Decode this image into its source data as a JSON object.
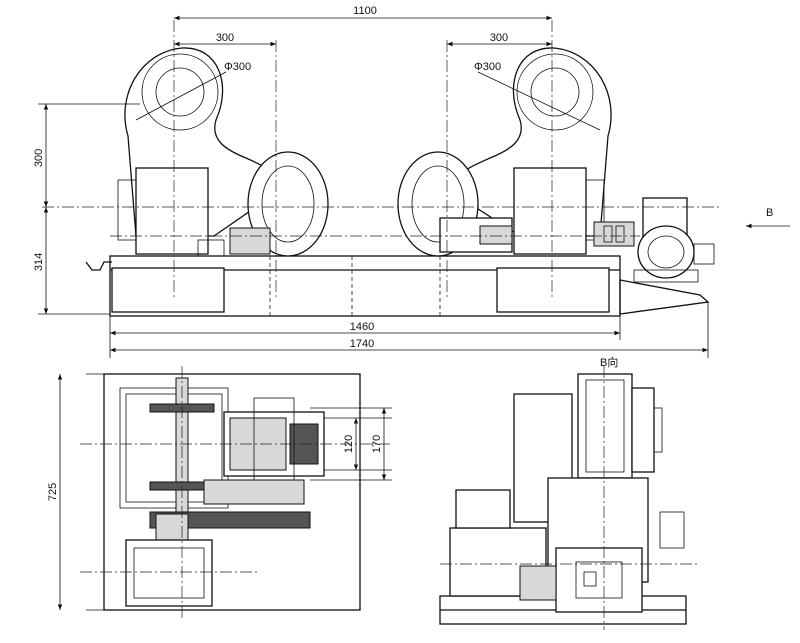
{
  "dimensions": {
    "top_span": "1100",
    "left_offset": "300",
    "right_offset": "300",
    "left_roller_dia": "Φ300",
    "right_roller_dia": "Φ300",
    "height_upper": "300",
    "height_lower": "314",
    "base_length": "1460",
    "overall_length": "1740",
    "plan_depth": "725",
    "roller_width_inner": "120",
    "roller_width_outer": "170"
  },
  "labels": {
    "view_arrow": "B",
    "view_title": "B向"
  }
}
